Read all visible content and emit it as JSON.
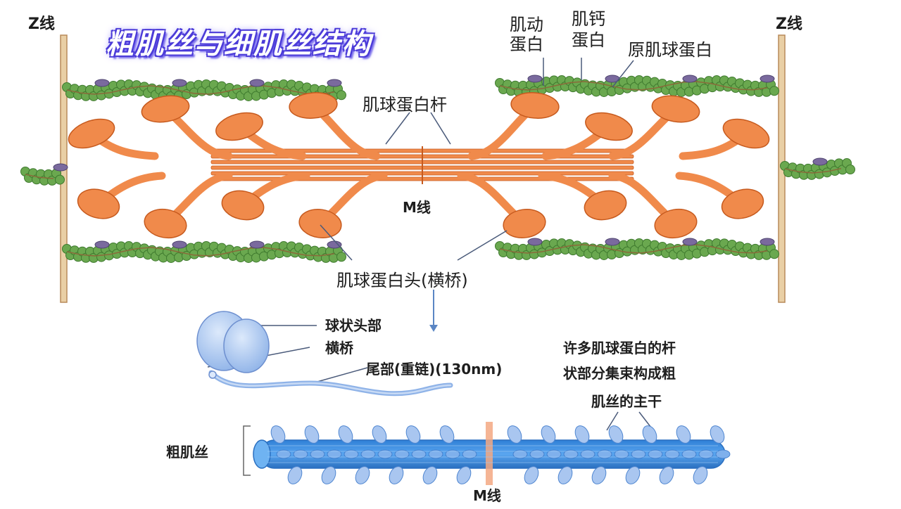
{
  "title": "粗肌丝与细肌丝结构",
  "labels": {
    "z_left": "Z线",
    "z_right": "Z线",
    "actin_line1": "肌动",
    "actin_line2": "蛋白",
    "troponin_line1": "肌钙",
    "troponin_line2": "蛋白",
    "tropomyosin": "原肌球蛋白",
    "myosin_rod": "肌球蛋白杆",
    "m_line_top": "M线",
    "myosin_head": "肌球蛋白头(横桥)",
    "globular_head": "球状头部",
    "cross_bridge": "横桥",
    "tail": "尾部(重链)(130nm)",
    "desc_line1": "许多肌球蛋白的杆",
    "desc_line2": "状部分集束构成粗",
    "desc_line3": "肌丝的主干",
    "thick_filament": "粗肌丝",
    "m_line_bottom": "M线"
  },
  "colors": {
    "actin": "#6aa84f",
    "actin_dark": "#3f7a2f",
    "troponin": "#7a6a9e",
    "myosin": "#f08a4b",
    "myosin_dark": "#c65a1e",
    "z_line": "#e8c79a",
    "thick_blue": "#3d8fe0",
    "head_blue": "#a9c6f0",
    "title_glow": "#4b3bd8"
  }
}
